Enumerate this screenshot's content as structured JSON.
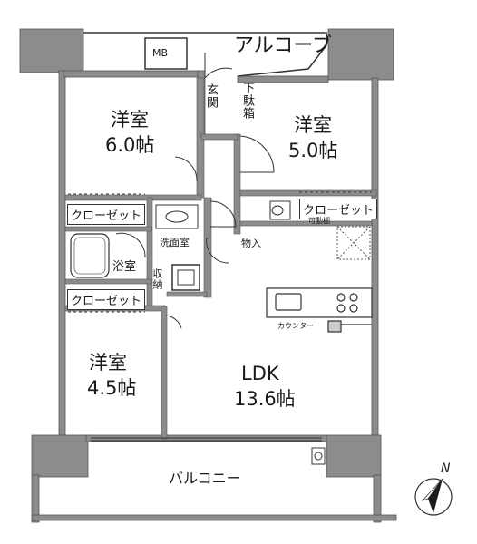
{
  "rooms": {
    "western1": {
      "name": "洋室",
      "size": "6.0帖"
    },
    "western2": {
      "name": "洋室",
      "size": "5.0帖"
    },
    "western3": {
      "name": "洋室",
      "size": "4.5帖"
    },
    "ldk": {
      "name": "LDK",
      "size": "13.6帖"
    }
  },
  "labels": {
    "alcove": "アルコーブ",
    "mb": "MB",
    "entrance": "玄関",
    "shoe_box": "下駄箱",
    "closet1": "クローゼット",
    "closet2": "クローゼット",
    "closet3": "クローゼット",
    "washroom": "洗面室",
    "bath": "浴室",
    "storage": "収納",
    "storage_room": "物入",
    "counter": "カウンター",
    "movable_shelf": "可動棚",
    "balcony": "バルコニー",
    "compass_n": "N"
  },
  "colors": {
    "wall": "#8c8c8c",
    "line": "#333333"
  }
}
